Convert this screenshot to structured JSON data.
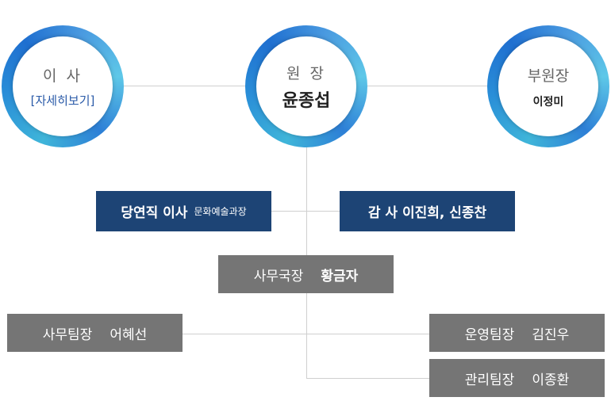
{
  "board": {
    "title": "이 사",
    "link": "[자세히보기]"
  },
  "director": {
    "title": "원 장",
    "name": "윤종섭"
  },
  "vice_director": {
    "title": "부원장",
    "name": "이정미"
  },
  "executive_director": {
    "role": "당연직 이사",
    "dept": "문화예술과장"
  },
  "auditor": {
    "label": "감 사 이진희, 신종찬"
  },
  "secretary_general": {
    "role": "사무국장",
    "name": "황금자"
  },
  "office_team_lead": {
    "role": "사무팀장",
    "name": "어혜선"
  },
  "operations_team_lead": {
    "role": "운영팀장",
    "name": "김진우"
  },
  "management_team_lead": {
    "role": "관리팀장",
    "name": "이종환"
  },
  "colors": {
    "navy_box": "#1d4475",
    "gray_box": "#757575",
    "ring_blue": "#2a8fd8",
    "link_blue": "#2a5aa8"
  }
}
